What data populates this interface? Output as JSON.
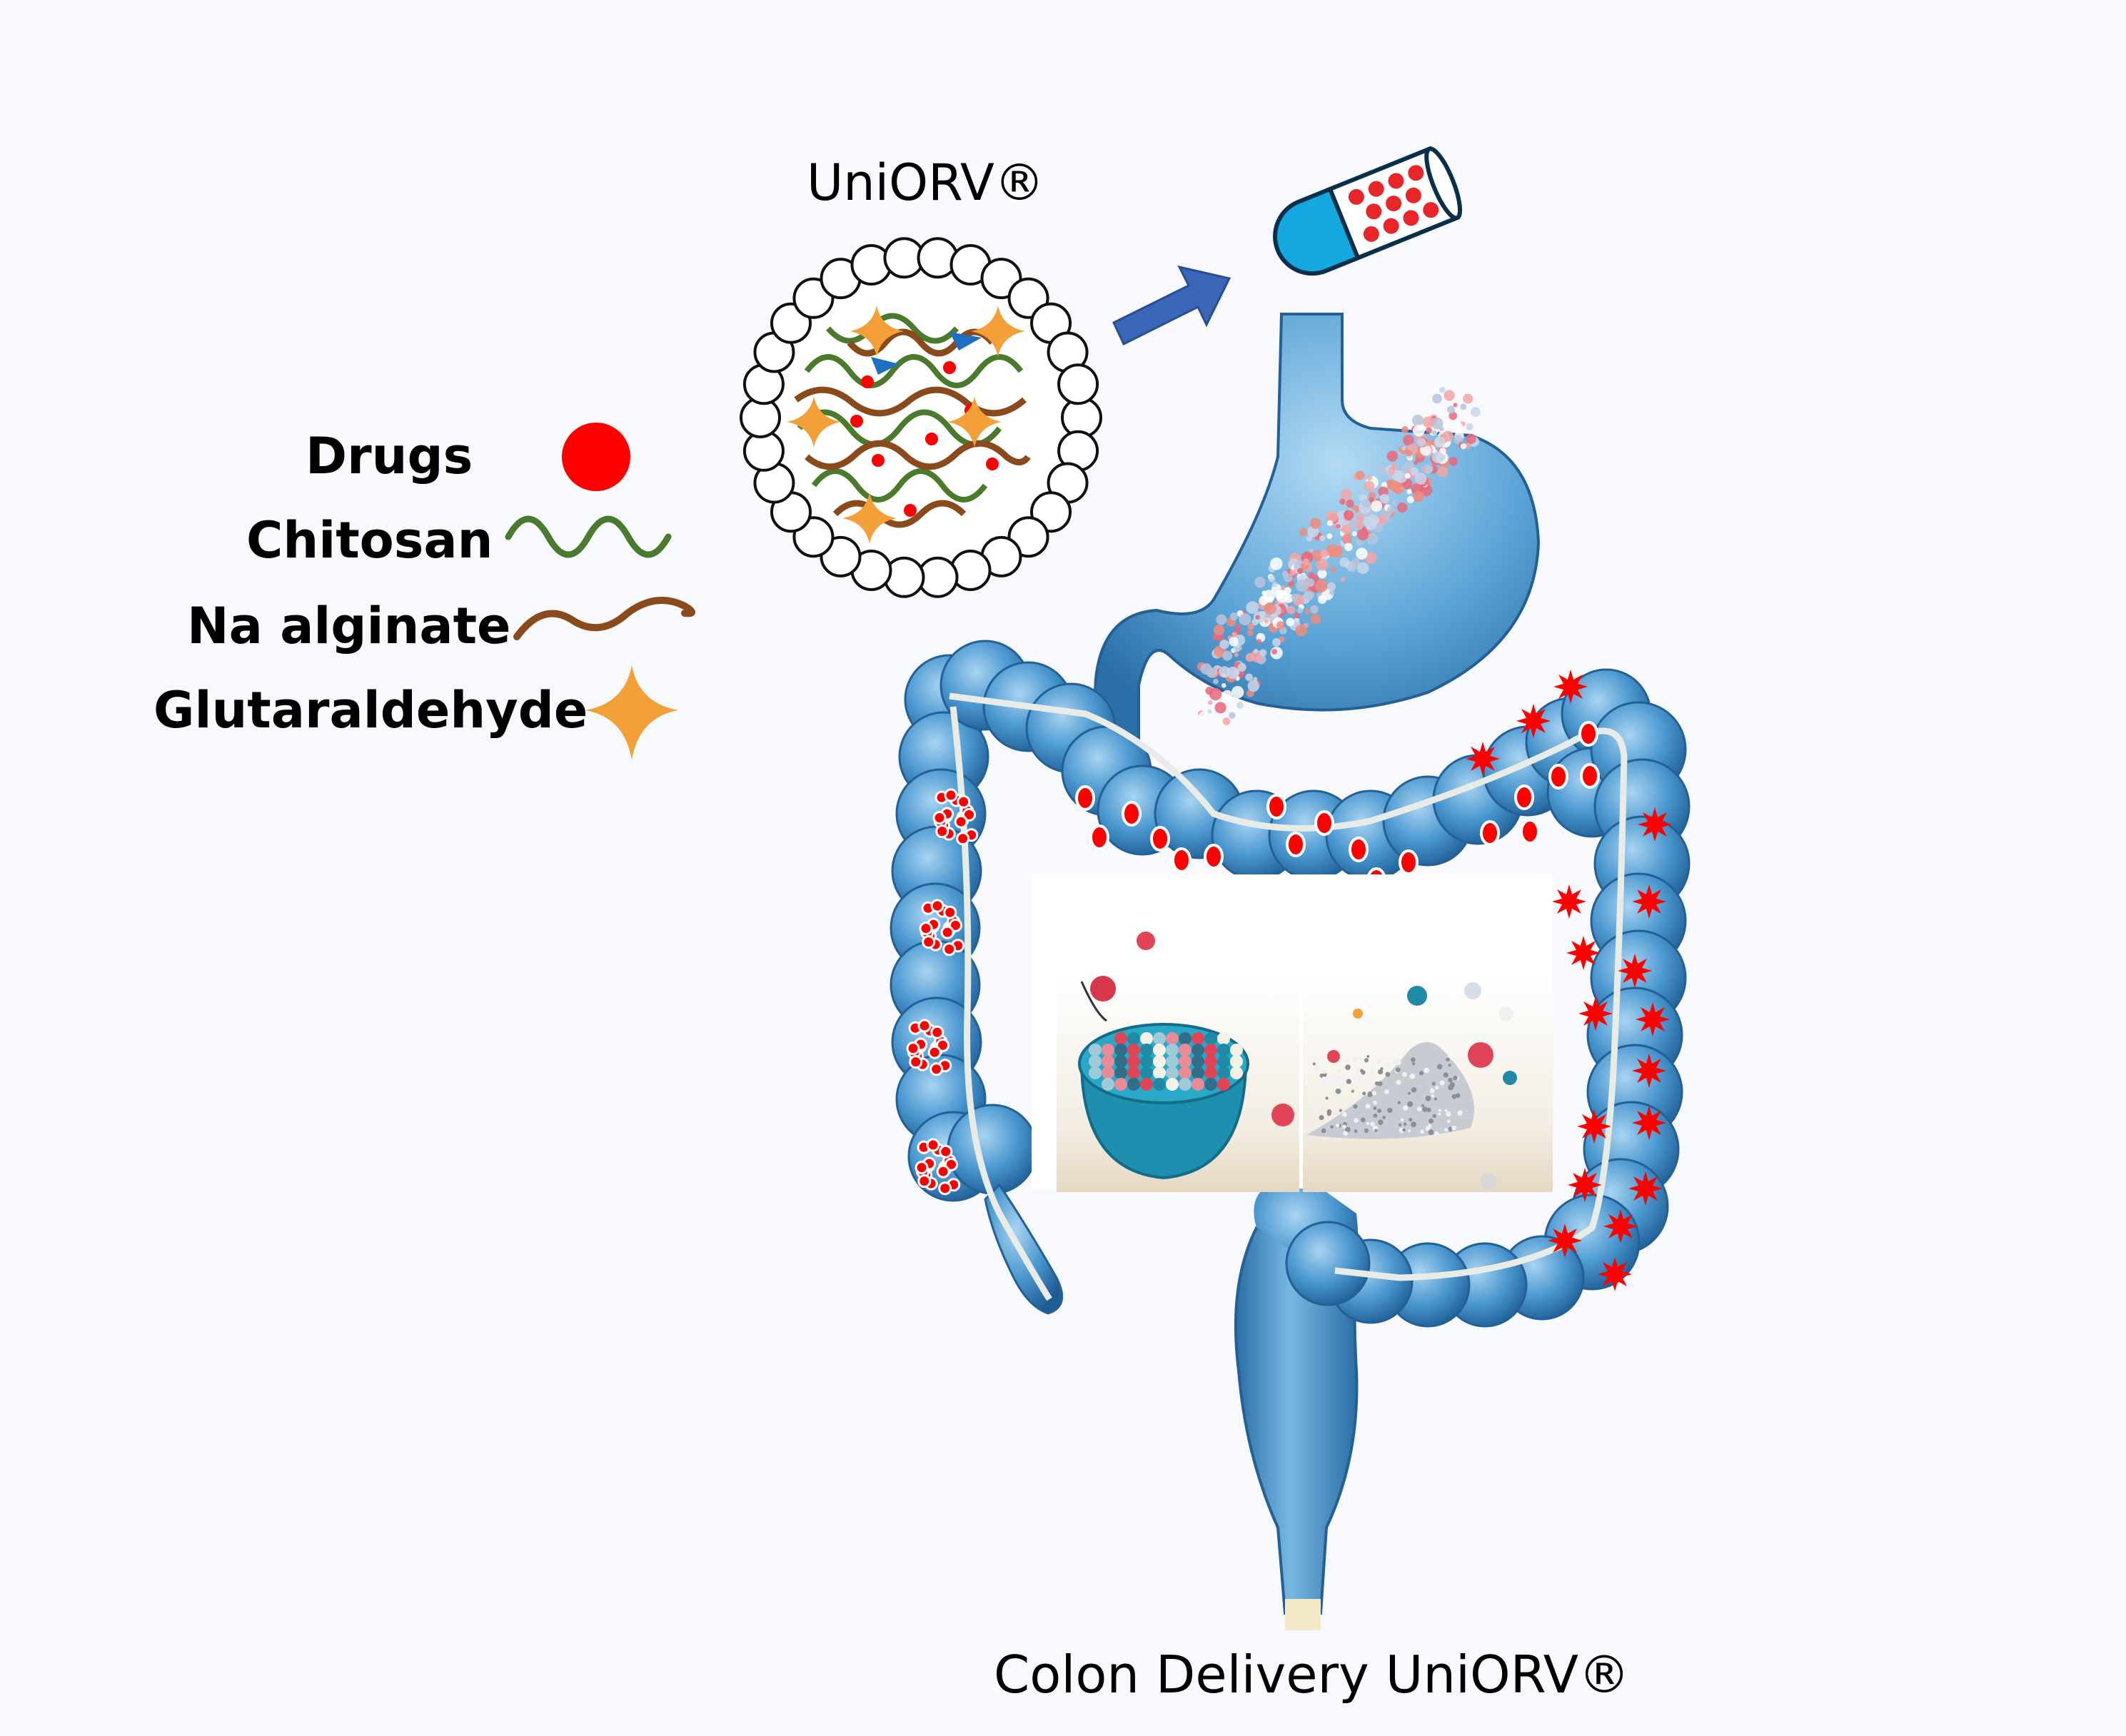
{
  "title_top": "UniORV®",
  "caption_bottom": "Colon Delivery UniORV®",
  "legend": {
    "drugs": "Drugs",
    "chitosan": "Chitosan",
    "alginate": "Na alginate",
    "glutaraldehyde": "Glutaraldehyde"
  },
  "colors": {
    "drug": "#ff0000",
    "chitosan": "#4a7a2c",
    "alginate": "#8a4a1c",
    "glutaraldehyde": "#f4a038",
    "organ": "#3f8fc8",
    "arrow": "#3a66b8",
    "capsule": "#14a8e0"
  }
}
